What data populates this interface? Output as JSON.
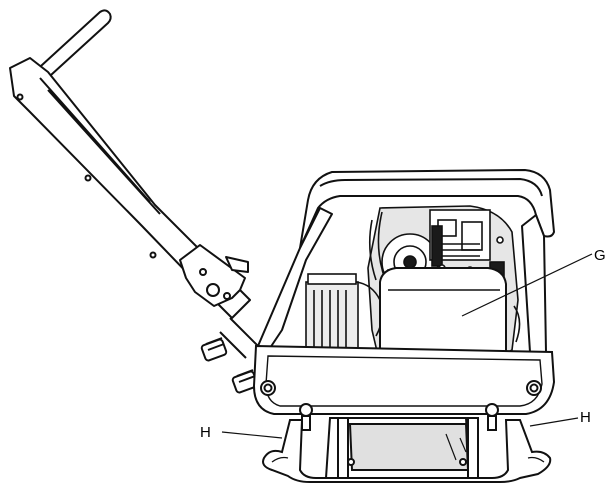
{
  "figure": {
    "callouts": {
      "g": "G",
      "h_left": "H",
      "h_right": "H"
    }
  },
  "colors": {
    "stroke": "#111111",
    "fill": "#ffffff",
    "shade": "#d9d9d9",
    "dark": "#1a1a1a"
  }
}
